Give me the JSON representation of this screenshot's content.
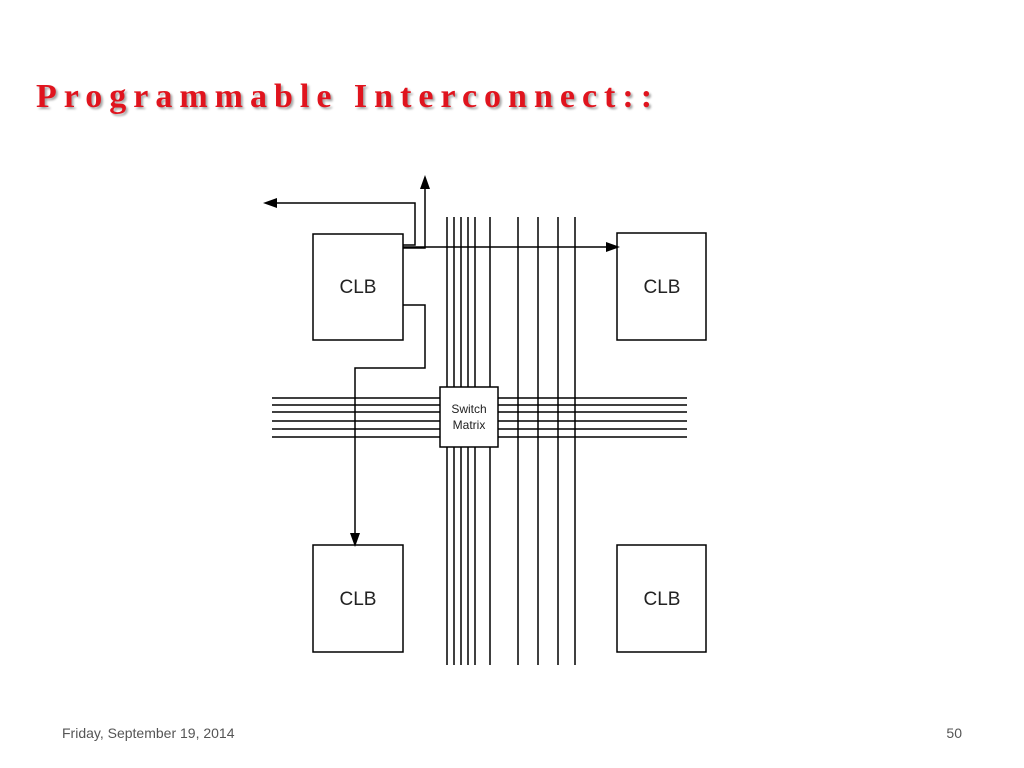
{
  "slide": {
    "title": "Programmable Interconnect::",
    "title_color": "#e0141e"
  },
  "diagram": {
    "clb_labels": [
      "CLB",
      "CLB",
      "CLB",
      "CLB"
    ],
    "switch_matrix_line1": "Switch",
    "switch_matrix_line2": "Matrix"
  },
  "footer": {
    "date": "Friday, September 19, 2014",
    "page_number": "50"
  }
}
